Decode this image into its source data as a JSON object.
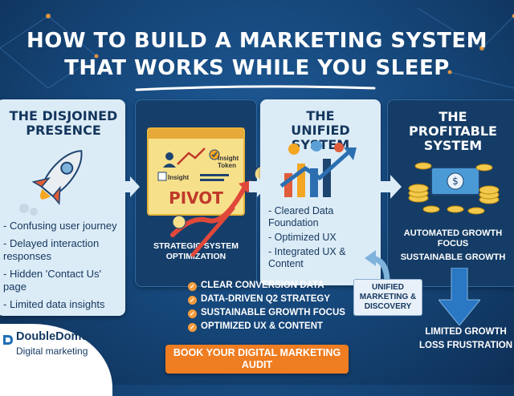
{
  "headline": {
    "line1": "HOW TO BUILD A MARKETING SYSTEM",
    "line2": "THAT WORKS WHILE YOU SLEEP"
  },
  "cards": {
    "disjoined": {
      "title": "THE DISJOINED PRESENCE",
      "bullets": [
        "Confusing user journey",
        "Delayed interaction responses",
        "Hidden 'Contact Us' page",
        "Limited data insights"
      ]
    },
    "pivot": {
      "insight_a": "Insight",
      "insight_b": "Insight Token",
      "pivot_label": "PIVOT",
      "caption": "STRATEGIC SYSTEM OPTIMIZATION"
    },
    "unified": {
      "title": "THE UNIFIED SYSTEM",
      "bullets": [
        "Cleared Data Foundation",
        "Optimized UX",
        "Integrated UX & Content"
      ]
    },
    "profitable": {
      "title": "THE PROFITABLE SYSTEM",
      "caption_a": "AUTOMATED GROWTH FOCUS",
      "caption_b": "SUSTAINABLE GROWTH"
    }
  },
  "checklist": [
    "CLEAR CONVERSION DATA",
    "DATA-DRIVEN Q2 STRATEGY",
    "SUSTAINABLE GROWTH FOCUS",
    "OPTIMIZED UX & CONTENT"
  ],
  "unified_box": "UNIFIED MARKETING & DISCOVERY",
  "limited": {
    "line1": "LIMITED GROWTH",
    "line2": "LOSS FRUSTRATION"
  },
  "cta": "BOOK YOUR DIGITAL MARKETING AUDIT",
  "brand": {
    "name": "DoubleDome",
    "tagline": "Digital marketing"
  },
  "colors": {
    "background": "#1a4f86",
    "light_card": "#dcecf7",
    "dark_card": "#143c66",
    "accent_orange": "#ef7d22",
    "pivot_yellow": "#f7e08a",
    "text_navy": "#14365d"
  },
  "icons": {
    "card1": "rocket-icon",
    "card2": "pivot-dashboard-icon",
    "card3": "growth-chart-icon",
    "card4": "money-coins-icon",
    "checklist": "check-icon"
  }
}
